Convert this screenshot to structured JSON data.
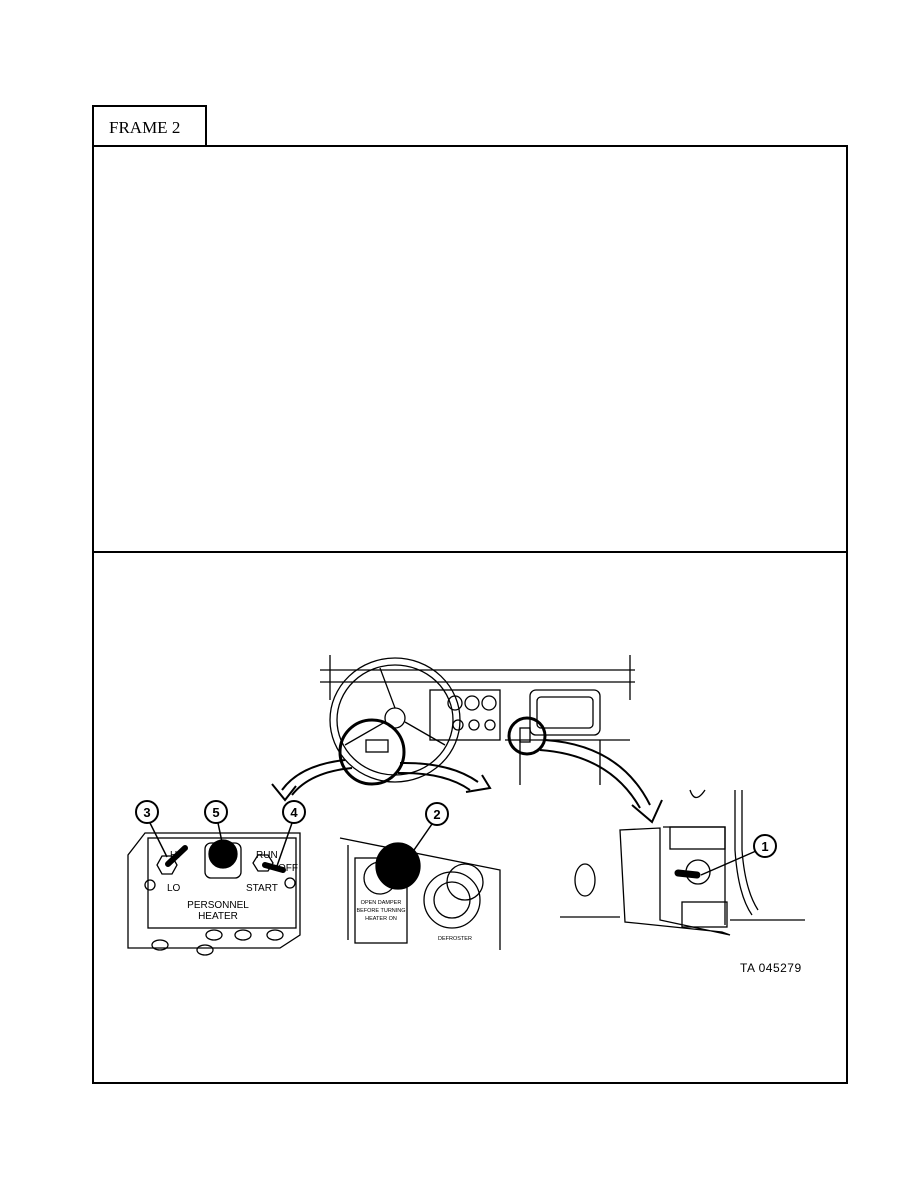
{
  "frame": {
    "label": "FRAME 2"
  },
  "figure": {
    "callouts": [
      "1",
      "2",
      "3",
      "4",
      "5"
    ],
    "heater_panel": {
      "switch_hi": "HI",
      "switch_lo": "LO",
      "run": "RUN",
      "off": "OFF",
      "start": "START",
      "title_line1": "PERSONNEL",
      "title_line2": "HEATER"
    },
    "damper_panel": {
      "warning_line1": "OPEN DAMPER",
      "warning_line2": "BEFORE TURNING",
      "warning_line3": "HEATER ON",
      "defroster": "DEFROSTER"
    },
    "figure_id": "TA 045279"
  }
}
